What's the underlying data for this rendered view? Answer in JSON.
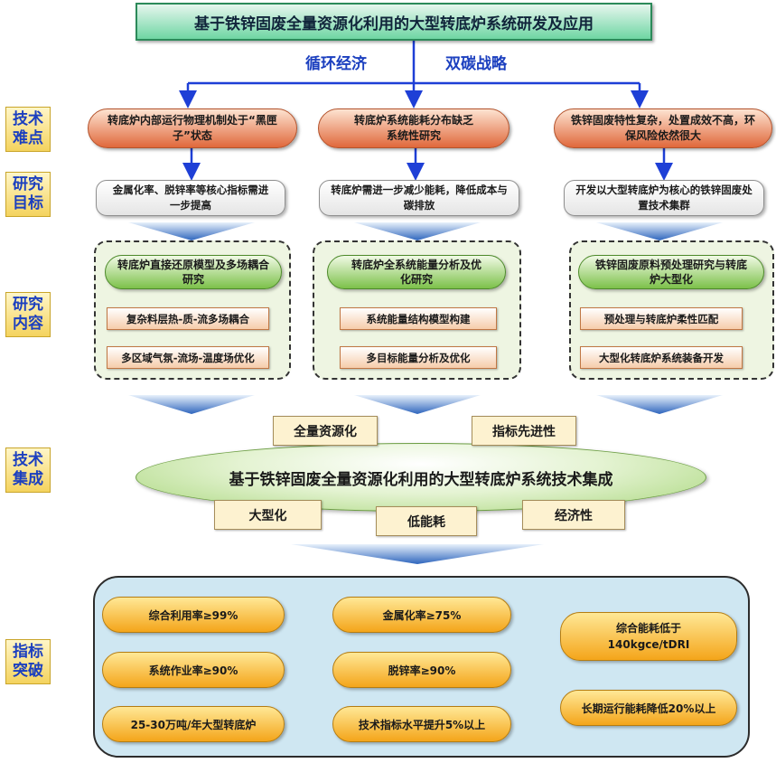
{
  "title": "基于铁锌固废全量资源化利用的大型转底炉系统研发及应用",
  "themes": {
    "left": "循环经济",
    "right": "双碳战略"
  },
  "side_labels": {
    "difficulty": "技术难点",
    "goal": "研究目标",
    "content": "研究内容",
    "integration": "技术集成",
    "breakthrough": "指标突破"
  },
  "difficulties": [
    "转底炉内部运行物理机制处于“黑匣子”状态",
    "转底炉系统能耗分布缺乏系统性研究",
    "铁锌固废特性复杂，处置成效不高，环保风险依然很大"
  ],
  "goals": [
    "金属化率、脱锌率等核心指标需进一步提高",
    "转底炉需进一步减少能耗，降低成本与碳排放",
    "开发以大型转底炉为核心的铁锌固废处置技术集群"
  ],
  "research": [
    {
      "head": "转底炉直接还原模型及多场耦合研究",
      "items": [
        "复杂料层热-质-流多场耦合",
        "多区域气氛-流场-温度场优化"
      ]
    },
    {
      "head": "转底炉全系统能量分析及优化研究",
      "items": [
        "系统能量结构模型构建",
        "多目标能量分析及优化"
      ]
    },
    {
      "head": "铁锌固废原料预处理研究与转底炉大型化",
      "items": [
        "预处理与转底炉柔性匹配",
        "大型化转底炉系统装备开发"
      ]
    }
  ],
  "integration": {
    "title": "基于铁锌固废全量资源化利用的大型转底炉系统技术集成",
    "tags_top": [
      "全量资源化",
      "指标先进性"
    ],
    "tags_bottom": [
      "大型化",
      "低能耗",
      "经济性"
    ]
  },
  "metrics": {
    "col1": [
      "综合利用率≥99%",
      "系统作业率≥90%",
      "25-30万吨/年大型转底炉"
    ],
    "col2": [
      "金属化率≥75%",
      "脱锌率≥90%",
      "技术指标水平提升5%以上"
    ],
    "col3": [
      "综合能耗低于140kgce/tDRI",
      "长期运行能耗降低20%以上"
    ]
  },
  "colors": {
    "arrow_blue": "#1e3fd6",
    "label_blue": "#1b3fbf",
    "chevron_blue": "#3f78c8"
  }
}
